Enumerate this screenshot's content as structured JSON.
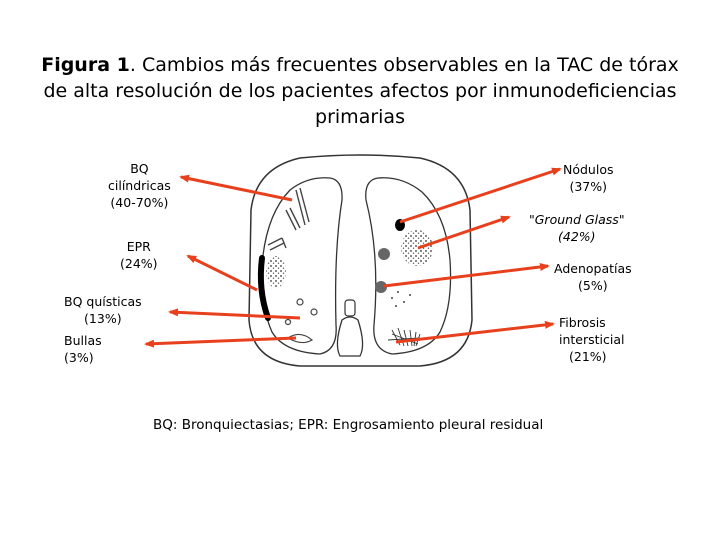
{
  "title": {
    "bold": "Figura 1",
    "rest": ". Cambios más frecuentes observables en la TAC de tórax de alta resolución de los pacientes afectos por inmunodeficiencias primarias"
  },
  "labels": {
    "bq_cilindricas": {
      "line1": "BQ",
      "line2": "cilíndricas",
      "line3": "(40-70%)"
    },
    "epr": {
      "line1": "EPR",
      "line2": "(24%)"
    },
    "bq_quisticas": {
      "line1": "BQ quísticas",
      "line2": "(13%)"
    },
    "bullas": {
      "line1": "Bullas",
      "line2": "(3%)"
    },
    "nodulos": {
      "line1": "Nódulos",
      "line2": "(37%)"
    },
    "ground_glass": {
      "line1": "\"Ground Glass\"",
      "line2": "(42%)"
    },
    "adenopatias": {
      "line1": "Adenopatías",
      "line2": "(5%)"
    },
    "fibrosis": {
      "line1": "Fibrosis",
      "line2": "intersticial",
      "line3": "(21%)"
    }
  },
  "caption": "BQ: Bronquiectasias; EPR: Engrosamiento pleural residual",
  "colors": {
    "arrow": "#e8401c"
  }
}
